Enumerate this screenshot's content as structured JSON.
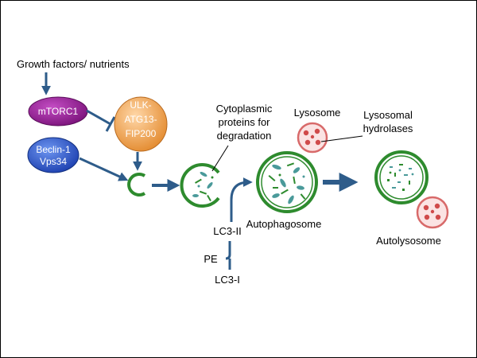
{
  "diagram": {
    "labels": {
      "growth": "Growth factors/ nutrients",
      "cyto_line1": "Cytoplasmic",
      "cyto_line2": "proteins for",
      "cyto_line3": "degradation",
      "lysosome": "Lysosome",
      "hydro_line1": "Lysosomal",
      "hydro_line2": "hydrolases",
      "autophagosome": "Autophagosome",
      "autolysosome": "Autolysosome",
      "lc3ii": "LC3-II",
      "pe": "PE",
      "lc3i": "LC3-I"
    },
    "nodes": {
      "mtorc1": "mTORC1",
      "ulk_line1": "ULK-",
      "ulk_line2": "ATG13-",
      "ulk_line3": "FIP200",
      "beclin_line1": "Beclin-1",
      "beclin_line2": "Vps34"
    },
    "colors": {
      "arrow": "#2E5C8A",
      "membrane": "#2E8B2E",
      "mtorc1": "#8B1A8B",
      "ulk": "#F0A050",
      "beclin": "#2A55C8",
      "lysosome_stroke": "#D86A6A",
      "lysosome_fill": "#FBE3E3",
      "cargo_teal": "#4A9A9A"
    }
  }
}
